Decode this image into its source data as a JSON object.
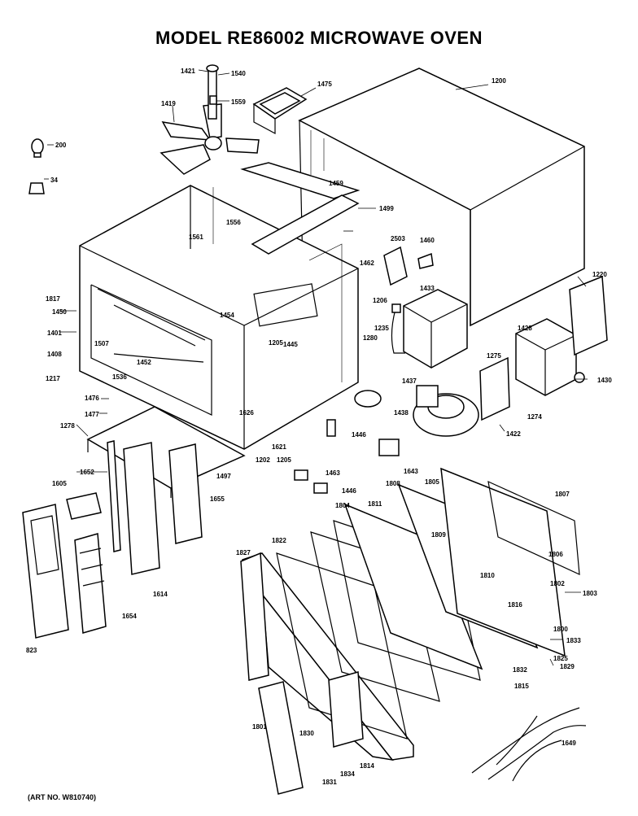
{
  "title": "MODEL RE86002 MICROWAVE OVEN",
  "art_no": "(ART NO. W810740)",
  "parts": [
    "1421",
    "1540",
    "1559",
    "1475",
    "1200",
    "1419",
    "200",
    "34",
    "1459",
    "1499",
    "1556",
    "1561",
    "2503",
    "1460",
    "1462",
    "1817",
    "1220",
    "1450",
    "1454",
    "1433",
    "1206",
    "1235",
    "1401",
    "1507",
    "1205",
    "1445",
    "1280",
    "1428",
    "1408",
    "1452",
    "1437",
    "1275",
    "1217",
    "1536",
    "1430",
    "1626",
    "1438",
    "1476",
    "1477",
    "1274",
    "1278",
    "1621",
    "1205",
    "1446",
    "1422",
    "1202",
    "1652",
    "1497",
    "1643",
    "1463",
    "1605",
    "1655",
    "1446",
    "1808",
    "1805",
    "1807",
    "1804",
    "1811",
    "1809",
    "1806",
    "1822",
    "1827",
    "1810",
    "1803",
    "1614",
    "1802",
    "1816",
    "1654",
    "1800",
    "1833",
    "823",
    "1825",
    "1832",
    "1829",
    "1815",
    "1801",
    "1830",
    "1649",
    "1834",
    "1814",
    "1831"
  ]
}
